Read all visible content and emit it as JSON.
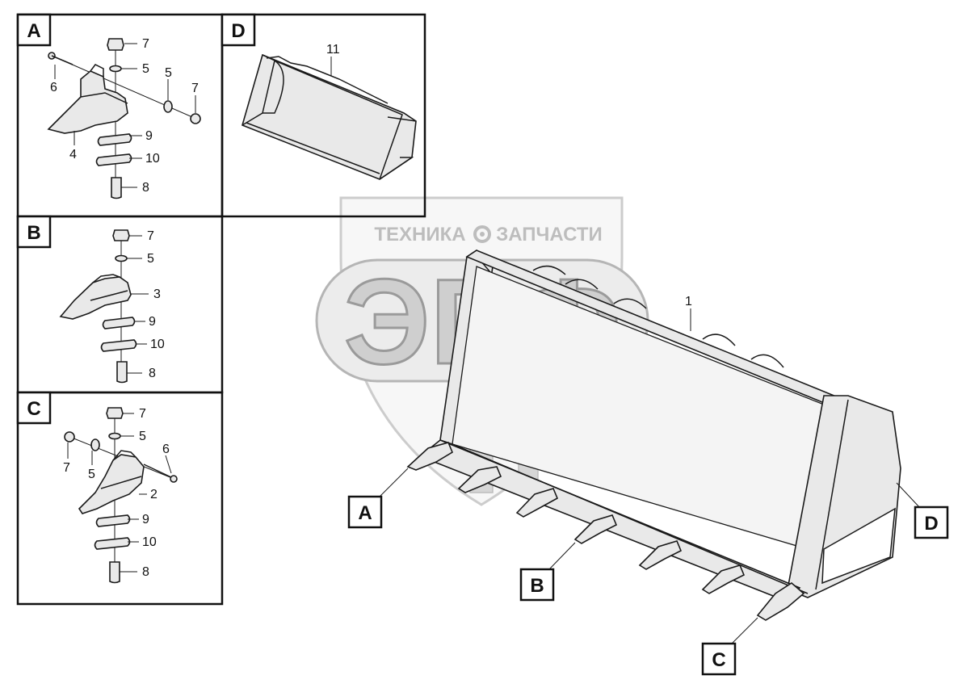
{
  "watermark": {
    "left_text": "ТЕХНИКА",
    "right_text": "ЗАПЧАСТИ",
    "logo_text": "ЭПФ",
    "gear_icon": "gear-icon"
  },
  "panels": {
    "a": {
      "letter": "A",
      "callouts": {
        "nut_top": "7",
        "washer_top": "5",
        "bolt": "6",
        "washer_side": "5",
        "nut_side": "7",
        "tooth": "4",
        "shim_upper": "9",
        "shim_lower": "10",
        "pin": "8"
      }
    },
    "b": {
      "letter": "B",
      "callouts": {
        "nut_top": "7",
        "washer_top": "5",
        "tooth": "3",
        "shim_upper": "9",
        "shim_lower": "10",
        "pin": "8"
      }
    },
    "c": {
      "letter": "C",
      "callouts": {
        "nut_top": "7",
        "washer_top": "5",
        "bolt": "6",
        "nut_side": "7",
        "washer_side": "5",
        "tooth": "2",
        "shim_upper": "9",
        "shim_lower": "10",
        "pin": "8"
      }
    },
    "d": {
      "letter": "D",
      "callouts": {
        "bucket": "11"
      }
    }
  },
  "main": {
    "bucket_callout": "1",
    "tags": {
      "a": "A",
      "b": "B",
      "c": "C",
      "d": "D"
    }
  }
}
